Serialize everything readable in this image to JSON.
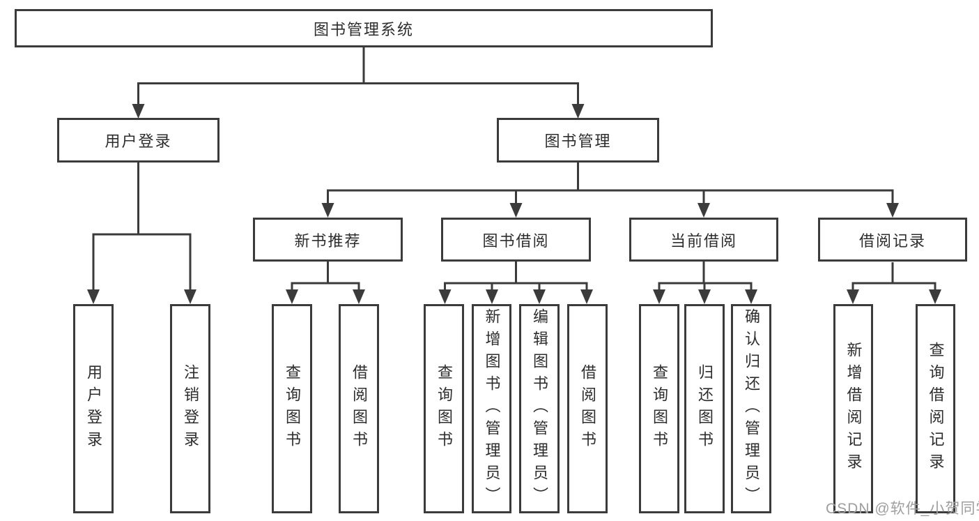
{
  "watermark": "CSDN @软件_小贺同学",
  "colors": {
    "line": "#3b3b3b",
    "text": "#2d2d2d",
    "watermark": "#9e9e9e"
  },
  "tree": {
    "root": {
      "label": "图书管理系统"
    },
    "branches": [
      {
        "label": "用户登录",
        "children": [
          {
            "label": "用户登录"
          },
          {
            "label": "注销登录"
          }
        ]
      },
      {
        "label": "图书管理",
        "children": [
          {
            "label": "新书推荐",
            "children": [
              {
                "label": "查询图书"
              },
              {
                "label": "借阅图书"
              }
            ]
          },
          {
            "label": "图书借阅",
            "children": [
              {
                "label": "查询图书"
              },
              {
                "label": "新增图书（管理员）"
              },
              {
                "label": "编辑图书（管理员）"
              },
              {
                "label": "借阅图书"
              }
            ]
          },
          {
            "label": "当前借阅",
            "children": [
              {
                "label": "查询图书"
              },
              {
                "label": "归还图书"
              },
              {
                "label": "确认归还（管理员）"
              }
            ]
          },
          {
            "label": "借阅记录",
            "children": [
              {
                "label": "新增借阅记录"
              },
              {
                "label": "查询借阅记录"
              }
            ]
          }
        ]
      }
    ]
  }
}
